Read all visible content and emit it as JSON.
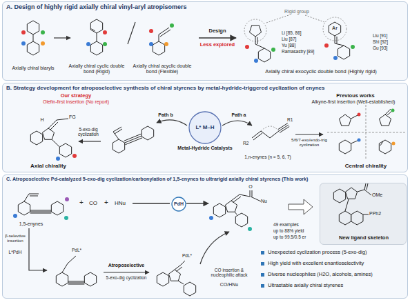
{
  "diagram": {
    "nodes": [
      {
        "text": [
          "A. Design of highly rigid axially chiral vinyl-aryl atropisomers"
        ]
      },
      {
        "text": [
          "B. Strategy development for atroposelective synthesis of chiral styrenes by metal-hydride-triggered cyclization of enynes"
        ]
      },
      {
        "text": [
          "L* M–H",
          "Metal-Hydride Catalysts"
        ],
        "in": 1
      },
      {
        "text": [
          "C. Atroposelective Pd-catalyzed 5-exo-dig cyclization/carbonylation of 1,5-enynes to ultrarigid axially chiral styrenes (This work)"
        ]
      },
      {
        "text": [
          "PdH"
        ],
        "in": 3
      },
      {
        "text": [
          "New ligand skeleton"
        ],
        "in": 3
      }
    ],
    "labels": [
      "Axially chiral biaryls",
      "Axially chiral cyclic double bond (Rigid)",
      "Axially chiral acyclic double bond (Flexible)",
      "Design",
      "Less explored",
      "Rigid group",
      "Li [85, 86]",
      "Liu [87]",
      "Yu [88]",
      "Ramasastry [89]",
      "Ar",
      "Liu [91]",
      "Shi [92]",
      "Gu [93]",
      "Axially chiral exocyclic double bond (Highly rigid)",
      "Our strategy",
      "Olefin-first insertion (No report)",
      "H",
      "FG",
      "5-exo-dig cyclization",
      "Axial chirality",
      "Path b",
      "Path a",
      "Previous works",
      "Alkyne-first insertion (Well-established)",
      "R1",
      "R2",
      "1,n-enynes (n = 5, 6, 7)",
      "5/6/7-exo/endo-trig cyclization",
      "Central chirality",
      "1,5-enynes",
      "+",
      "CO",
      "+",
      "HNu",
      "O",
      "Nu",
      "49 examples",
      "up to 88% yield",
      "up to 99.5/0.5 er",
      "OMe",
      "PPh2",
      "β-selevtive insertion",
      "L*PdH",
      "PdL*",
      "Atroposelective",
      "5-exo-dig cyclization",
      "PdL*",
      "CO insertion & nucleophilic attack",
      "CO/HNu",
      "Unexpected cyclization process (5-exo-dig)",
      "High yield with excellent enantioselectivity",
      "Diverse nucleophiles (H2O, alcohols, amines)",
      "Ultrastable axially chiral styrenes"
    ]
  }
}
